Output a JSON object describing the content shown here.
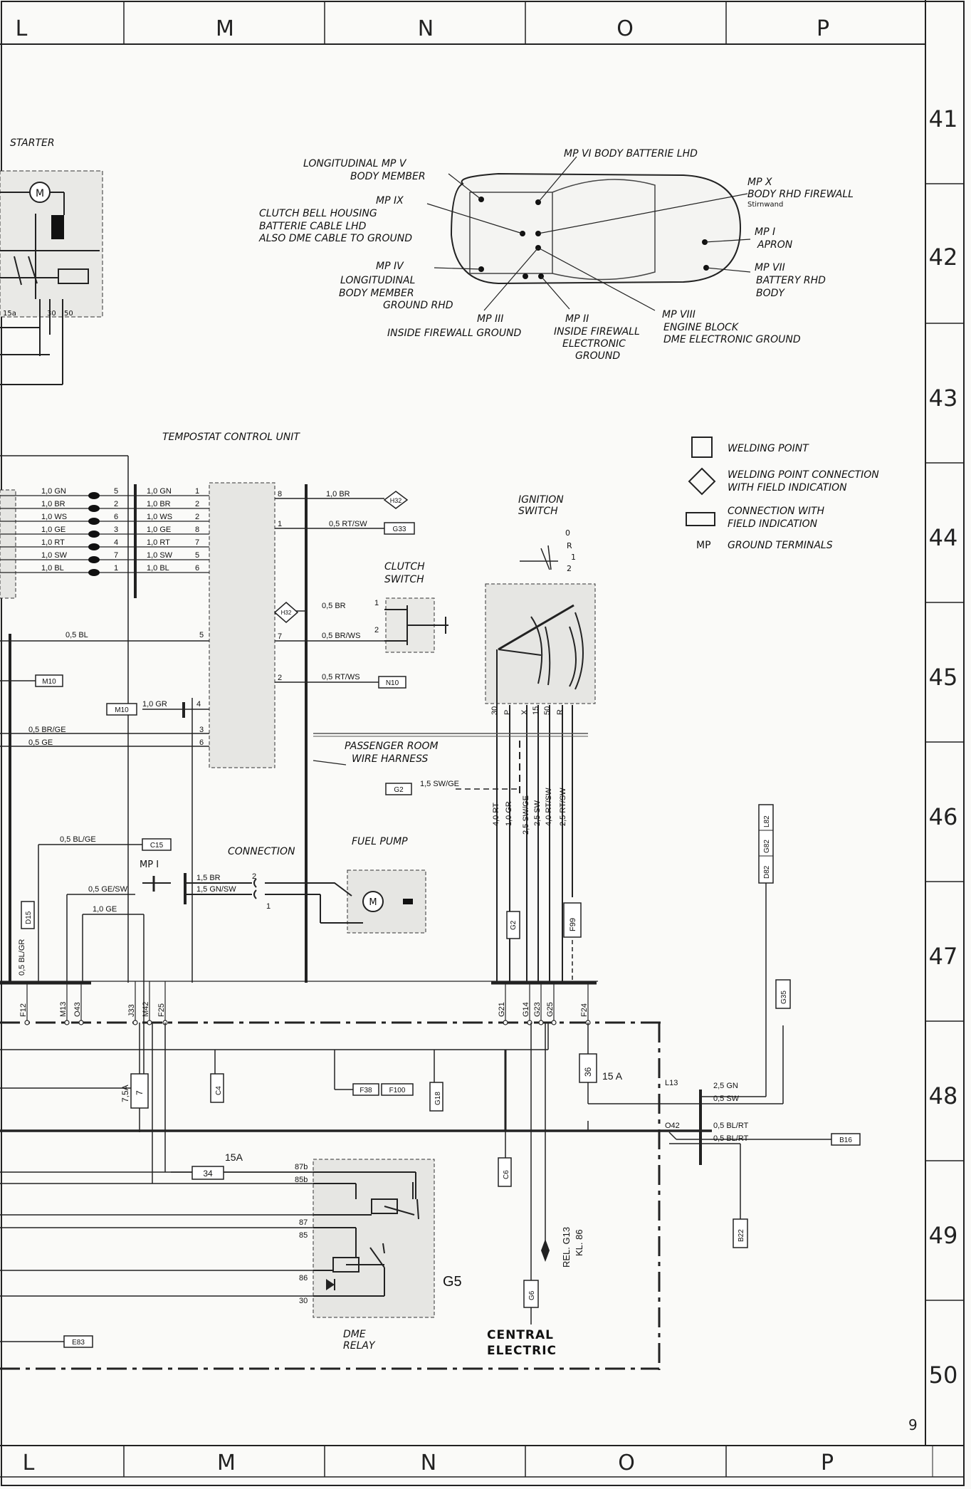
{
  "columns": [
    "L",
    "M",
    "N",
    "O",
    "P"
  ],
  "rows": [
    "41",
    "42",
    "43",
    "44",
    "45",
    "46",
    "47",
    "48",
    "49",
    "50"
  ],
  "page_number": "9",
  "starter": {
    "title": "STARTER",
    "terms": [
      "15a",
      "30",
      "50"
    ]
  },
  "ground_points": {
    "mp_v": [
      "LONGITUDINAL MP V",
      "BODY MEMBER"
    ],
    "mp_vi": "MP VI  BODY BATTERIE LHD",
    "mp_ix": [
      "MP IX",
      "CLUTCH BELL HOUSING",
      "BATTERIE CABLE LHD",
      "ALSO DME CABLE TO GROUND"
    ],
    "mp_x": [
      "MP X",
      "BODY RHD FIREWALL",
      "Stirnwand"
    ],
    "mp_i": [
      "MP I",
      "APRON"
    ],
    "mp_iv": [
      "MP IV",
      "LONGITUDINAL",
      "BODY MEMBER",
      "GROUND RHD"
    ],
    "mp_vii": [
      "MP VII",
      "BATTERY RHD",
      "BODY"
    ],
    "mp_iii": [
      "MP III",
      "INSIDE FIREWALL GROUND"
    ],
    "mp_ii": [
      "MP II",
      "INSIDE FIREWALL",
      "ELECTRONIC",
      "GROUND"
    ],
    "mp_viii": [
      "MP VIII",
      "ENGINE BLOCK",
      "DME ELECTRONIC GROUND"
    ]
  },
  "legend": [
    {
      "symbol": "square",
      "label": "WELDING POINT"
    },
    {
      "symbol": "diamond",
      "label": [
        "WELDING POINT CONNECTION",
        "WITH FIELD INDICATION"
      ]
    },
    {
      "symbol": "rect",
      "label": [
        "CONNECTION WITH",
        "FIELD INDICATION"
      ]
    },
    {
      "symbol": "MP",
      "label": "GROUND TERMINALS"
    }
  ],
  "tempostat": {
    "title": "TEMPOSTAT CONTROL UNIT",
    "left_wires": [
      "1,0 GN",
      "1,0 BR",
      "1,0 WS",
      "1,0 GE",
      "1,0 RT",
      "1,0 SW",
      "1,0 BL"
    ],
    "left_pins": [
      "5",
      "2",
      "6",
      "3",
      "4",
      "7",
      "1"
    ],
    "right_wires": [
      "1,0 GN",
      "1,0 BR",
      "1,0 WS",
      "1,0 GE",
      "1,0 RT",
      "1,0 SW",
      "1,0 BL"
    ],
    "unit_pins": [
      "1",
      "2",
      "2",
      "8",
      "7",
      "5",
      "6"
    ]
  },
  "labels": {
    "h32a": "H32",
    "h32b": "H32",
    "g33": "G33",
    "n10": "N10",
    "m10a": "M10",
    "m10b": "M10",
    "g2": "G2",
    "c15": "C15",
    "d15": "D15",
    "w_08br": "1,0 BR",
    "w_05rtsw": "0,5 RT/SW",
    "w_05br": "0,5 BR",
    "w_05brws": "0,5 BR/WS",
    "w_05rtws": "0,5 RT/WS",
    "w_05bl": "0,5 BL",
    "w_10gr": "1,0 GR",
    "w_05brge": "0,5 BR/GE",
    "w_05ge": "0,5 GE",
    "w_15swge": "1,5 SW/GE",
    "w_05blge": "0,5 BL/GE",
    "w_05gesw": "0,5 GE/SW",
    "w_10ge": "1,0 GE",
    "w_05blgr": "0,5 BL/GR",
    "w_15br": "1,5 BR",
    "w_15gnsw": "1,5 GN/SW",
    "mp1": "MP I",
    "pin8": "8",
    "pin1": "1",
    "pin7": "7",
    "pin2": "2",
    "pin5": "5",
    "pin4": "4",
    "pin3": "3",
    "pin6": "6"
  },
  "clutch_switch": {
    "title": [
      "CLUTCH",
      "SWITCH"
    ],
    "pins": [
      "1",
      "2"
    ]
  },
  "ignition_switch": {
    "title": [
      "IGNITION",
      "SWITCH"
    ],
    "positions": [
      "0",
      "R",
      "1",
      "2"
    ],
    "terms": [
      "30",
      "P",
      "X",
      "15",
      "50",
      "R"
    ],
    "wires": [
      "4,0 RT",
      "1,0 GR",
      "2,5 SW/GE",
      "2,5 SW",
      "4,0 RT/SW",
      "2,5 RT/SW"
    ]
  },
  "harness": [
    "PASSENGER ROOM",
    "WIRE HARNESS"
  ],
  "fuel_pump": {
    "title": "FUEL PUMP",
    "connection": "CONNECTION",
    "pins": [
      "2",
      "1"
    ],
    "motor": "M"
  },
  "side_connectors": [
    "D82",
    "G82",
    "L82"
  ],
  "g35": "G35",
  "f99": "F99",
  "bus_labels": [
    "F12",
    "M13",
    "O43",
    "J33",
    "M42",
    "F25",
    "G21",
    "G14",
    "G23",
    "G25",
    "F24"
  ],
  "central": {
    "title": [
      "CENTRAL",
      "ELECTRIC"
    ],
    "c4": "C4",
    "f38": "F38",
    "f100": "F100",
    "g18": "G18",
    "fuse7": "7",
    "fuse7a": "7,5A",
    "fuse36": "36",
    "fuse36a": "15 A",
    "fuse34": "34",
    "fuse34a": "15A",
    "c6": "C6",
    "g6": "G6",
    "b16": "B16",
    "b22": "B22",
    "e83": "E83",
    "l13": "L13",
    "o42": "O42",
    "w_25gn": "2,5 GN",
    "w_05sw": "0,5 SW",
    "w_05blrt1": "0,5 BL/RT",
    "w_05blrt2": "0,5 BL/RT",
    "rel": [
      "REL. G13",
      "KL. 86"
    ]
  },
  "dme_relay": {
    "title": [
      "DME",
      "RELAY"
    ],
    "id": "G5",
    "pins": [
      "87b",
      "85b",
      "87",
      "85",
      "86",
      "30"
    ]
  }
}
